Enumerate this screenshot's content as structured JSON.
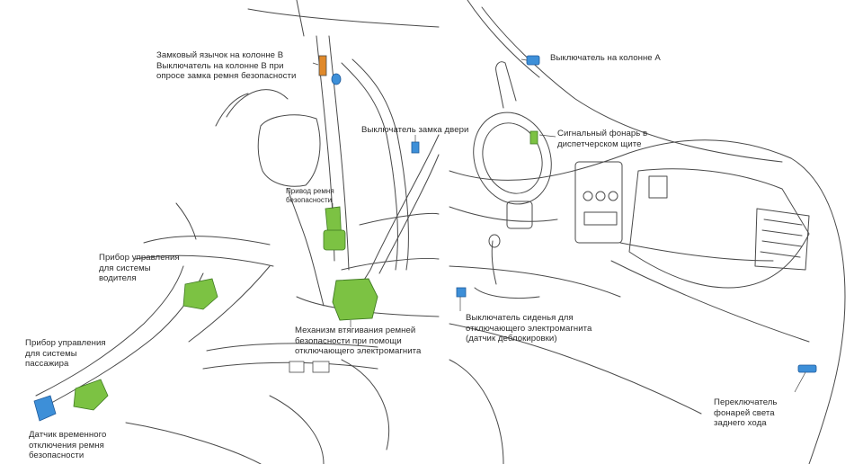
{
  "colors": {
    "line": "#4a4a4a",
    "green_part": "#7cc243",
    "green_dark": "#3f7a22",
    "blue_part": "#3d8fd8",
    "blue_dark": "#1f5a9a",
    "orange_part": "#e0892a"
  },
  "labels": {
    "b_pillar_tongue": "Замковый язычок на колонне В\nВыключатель на колонне В при\nопросе замка ремня безопасности",
    "a_pillar_switch": "Выключатель на колонне А",
    "door_lock_switch": "Выключатель замка двери",
    "warning_lamp": "Сигнальный фонарь в\nдиспетчерском щите",
    "belt_drive": "Привод ремня\nбезопасности",
    "driver_control": "Прибор управления\nдля системы\nводителя",
    "retractor": "Механизм втягивания ремней\nбезопасности при помощи\nотключающего электромагнита",
    "seat_switch": "Выключатель сиденья для\nотключающего электромагнита\n(датчик деблокировки)",
    "passenger_control": "Прибор управления\nдля системы\nпассажира",
    "temp_disable_sensor": "Датчик временного\nотключения ремня\nбезопасности",
    "reverse_light_switch": "Переключатель\nфонарей света\nзаднего хода"
  }
}
